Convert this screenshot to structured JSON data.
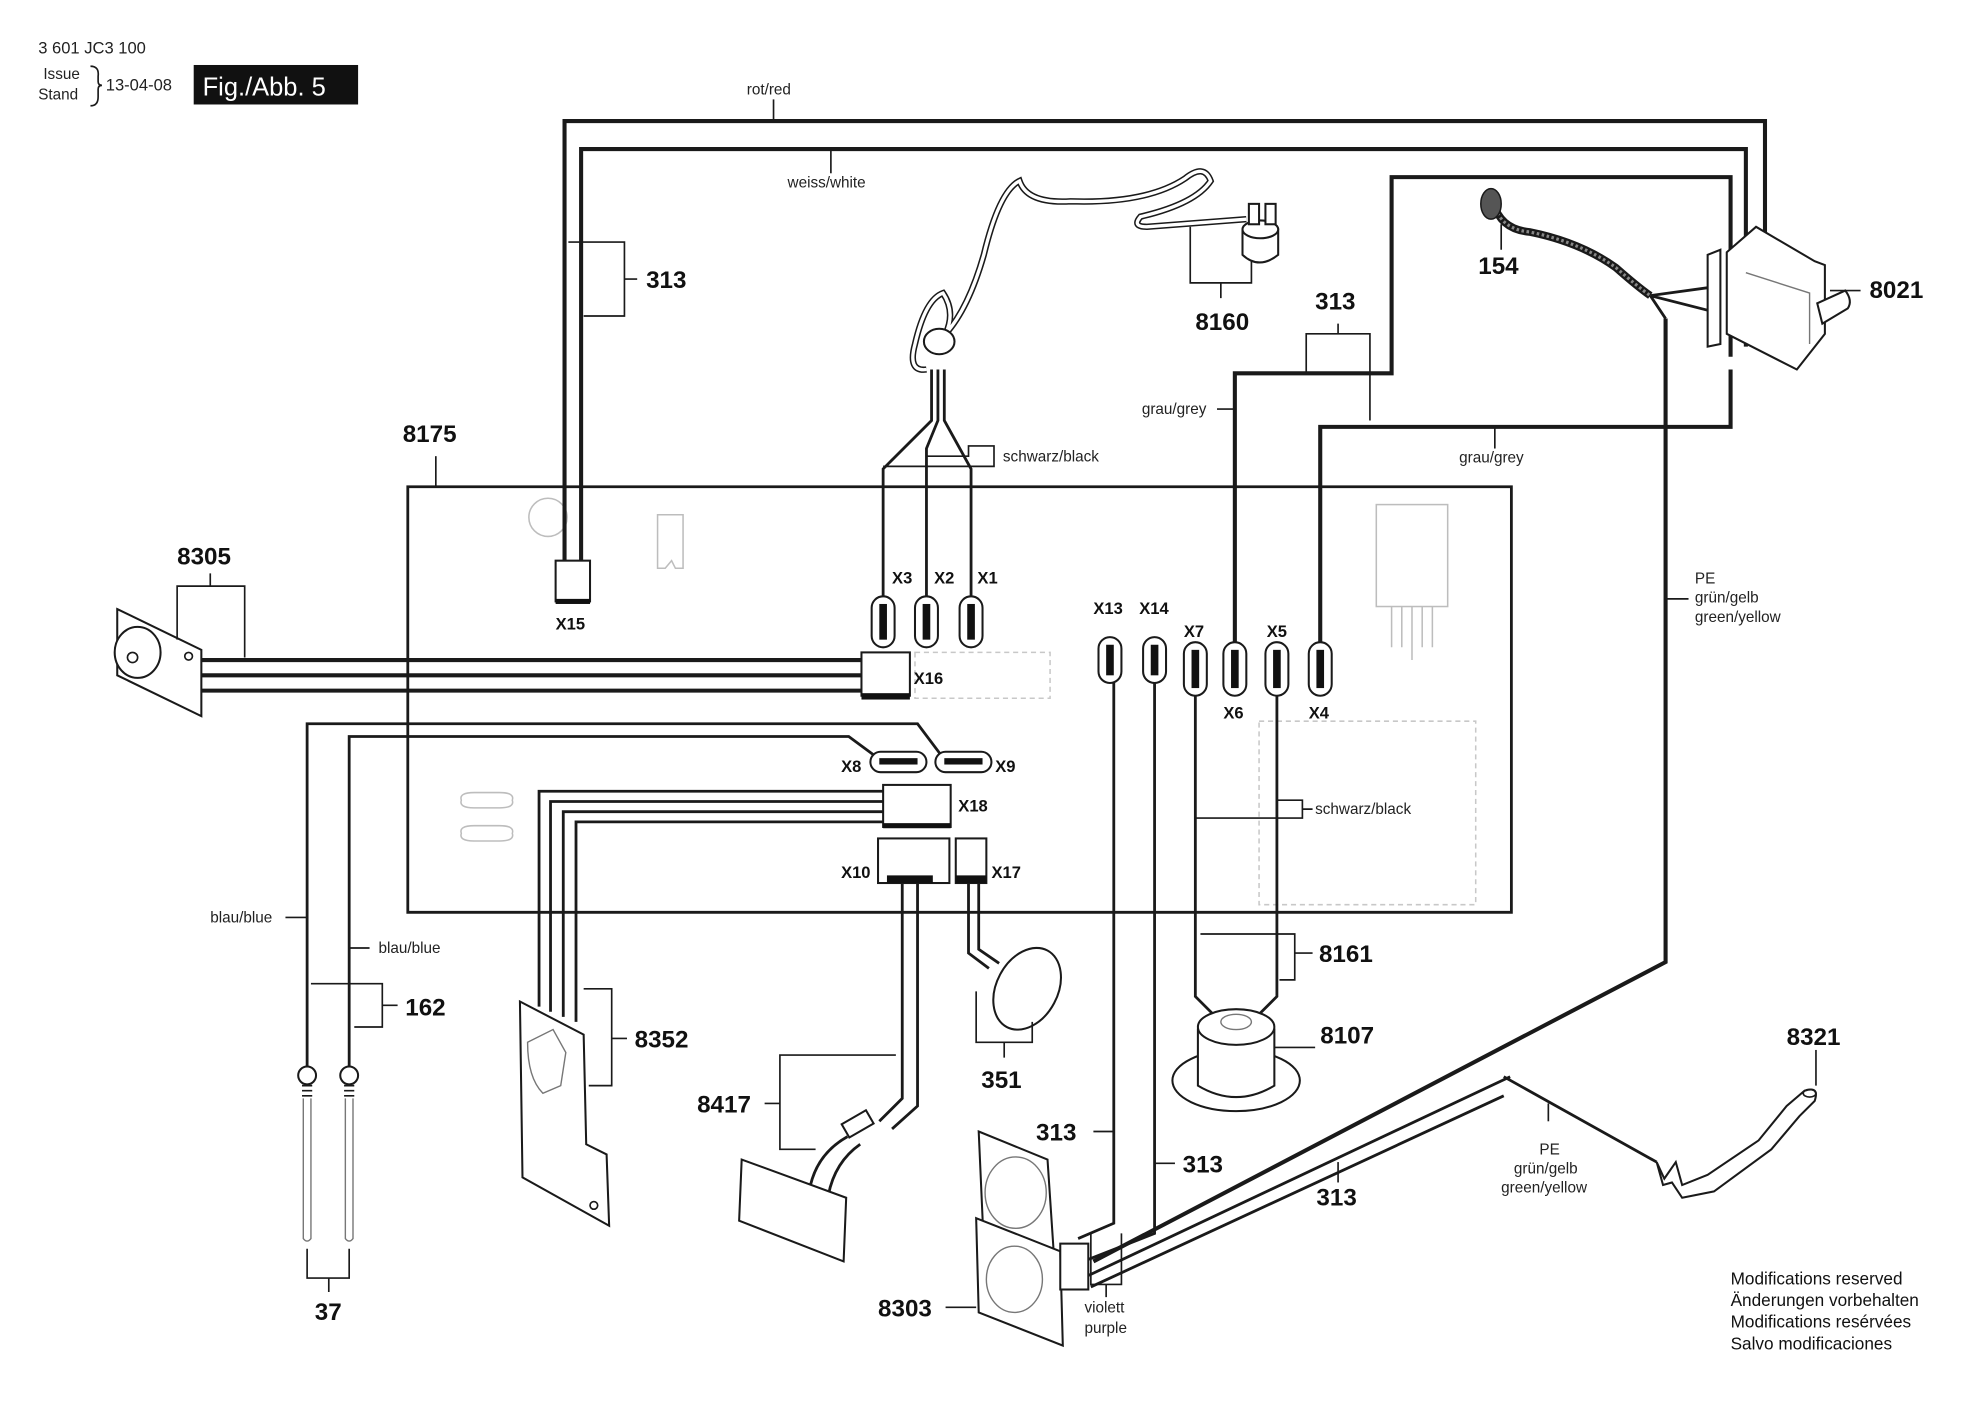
{
  "header": {
    "part_number": "3 601 JC3 100",
    "issue_label_en": "Issue",
    "issue_label_de": "Stand",
    "issue_date": "13-04-08",
    "figure_label": "Fig./Abb. 5"
  },
  "wire_labels": {
    "red": "rot/red",
    "white": "weiss/white",
    "black_top": "schwarz/black",
    "grey_left": "grau/grey",
    "grey_right": "grau/grey",
    "black_motor": "schwarz/black",
    "pe_right": [
      "PE",
      "grün/gelb",
      "green/yellow"
    ],
    "pe_bottom": [
      "PE",
      "grün/gelb",
      "green/yellow"
    ],
    "blue_outer": "blau/blue",
    "blue_inner": "blau/blue",
    "purple": [
      "violett",
      "purple"
    ]
  },
  "part_numbers": {
    "p313_top_left": "313",
    "p8160": "8160",
    "p313_top_mid": "313",
    "p154": "154",
    "p8021": "8021",
    "p8175": "8175",
    "p8305": "8305",
    "p162": "162",
    "p8352": "8352",
    "p351": "351",
    "p8417": "8417",
    "p8161": "8161",
    "p8107": "8107",
    "p8321": "8321",
    "p313_bottom_a": "313",
    "p313_bottom_b": "313",
    "p313_bottom_c": "313",
    "p8303": "8303",
    "p37": "37"
  },
  "connectors": {
    "X1": "X1",
    "X2": "X2",
    "X3": "X3",
    "X4": "X4",
    "X5": "X5",
    "X6": "X6",
    "X7": "X7",
    "X8": "X8",
    "X9": "X9",
    "X10": "X10",
    "X13": "X13",
    "X14": "X14",
    "X15": "X15",
    "X16": "X16",
    "X17": "X17",
    "X18": "X18"
  },
  "footer_notes": [
    "Modifications reserved",
    "Änderungen vorbehalten",
    "Modifications resérvées",
    "Salvo modificaciones"
  ]
}
